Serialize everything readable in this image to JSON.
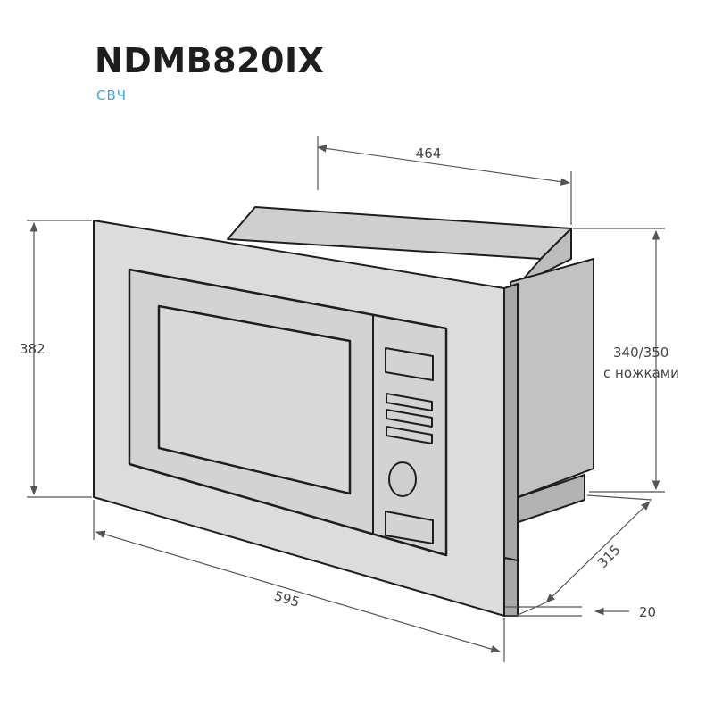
{
  "header": {
    "model": "NDMB820IX",
    "category": "СВЧ"
  },
  "dimensions": {
    "top_depth": "464",
    "height": "382",
    "height_right_line1": "340/350",
    "height_right_line2": "с ножками",
    "depth": "315",
    "width": "595",
    "offset": "20"
  },
  "colors": {
    "accent": "#3aa9dc",
    "front_frame": "#dcdcdc",
    "side": "#c2c2c2",
    "top": "#cfcfcf",
    "outline": "#1e1e1e",
    "dim_line": "#555555"
  }
}
